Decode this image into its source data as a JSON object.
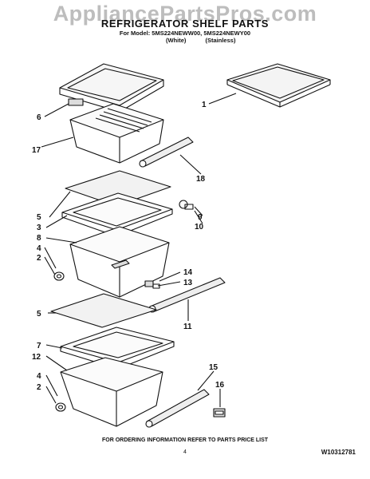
{
  "watermark": "AppliancePartsPros.com",
  "title": "REFRIGERATOR SHELF PARTS",
  "model_line": "For Model: 5MS224NEWW00, 5MS224NEWY00",
  "variants": [
    "(White)",
    "(Stainless)"
  ],
  "callouts": {
    "c1": "1",
    "c6": "6",
    "c17": "17",
    "c18": "18",
    "c5a": "5",
    "c3": "3",
    "c8": "8",
    "c4a": "4",
    "c2a": "2",
    "c9": "9",
    "c10": "10",
    "c14": "14",
    "c13": "13",
    "c11": "11",
    "c5b": "5",
    "c7": "7",
    "c12": "12",
    "c4b": "4",
    "c2b": "2",
    "c15": "15",
    "c16": "16"
  },
  "footer": "FOR ORDERING INFORMATION REFER TO PARTS PRICE LIST",
  "page_number": "4",
  "doc_number": "W10312781"
}
